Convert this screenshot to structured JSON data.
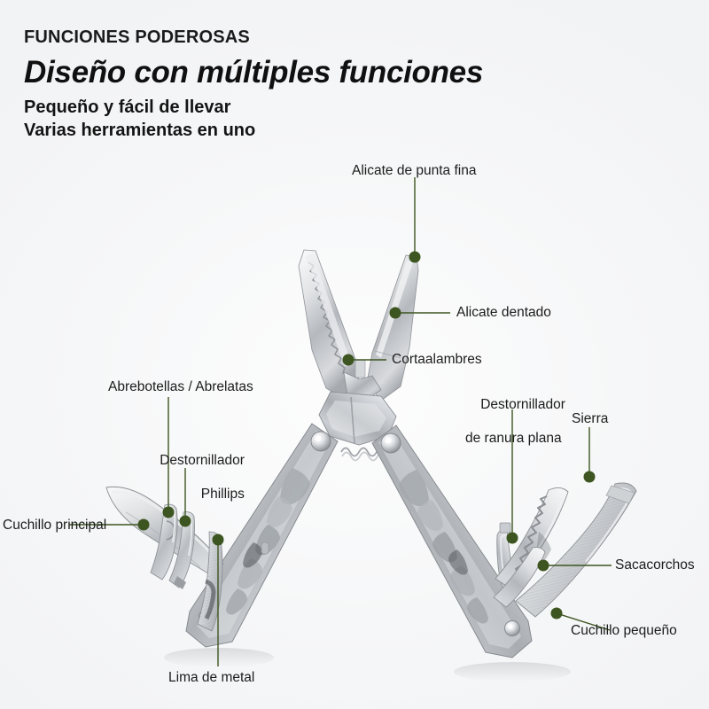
{
  "header": {
    "eyebrow": "FUNCIONES PODEROSAS",
    "headline": "Diseño con múltiples funciones",
    "sub1": "Pequeño y fácil de llevar",
    "sub2": "Varias herramientas en uno"
  },
  "colors": {
    "background": "#f7f8f9",
    "accent_dot": "#3d5520",
    "leader_line": "#3d5520",
    "label_text": "#1c1c1c",
    "heading_text": "#101010",
    "metal_light": "#e9eaec",
    "metal_mid": "#c2c5c9",
    "metal_dark": "#8d9196"
  },
  "product": {
    "name": "multitool-pliers",
    "description": "Pinza multiherramienta de acero inoxidable abierta"
  },
  "callouts": [
    {
      "id": "alicate-punta-fina",
      "label": "Alicate de punta fina",
      "line2": ""
    },
    {
      "id": "alicate-dentado",
      "label": "Alicate dentado",
      "line2": ""
    },
    {
      "id": "cortaalambres",
      "label": "Cortaalambres",
      "line2": ""
    },
    {
      "id": "abrebotellas",
      "label": "Abrebotellas / Abrelatas",
      "line2": ""
    },
    {
      "id": "destornillador-phillips",
      "label": "Destornillador",
      "line2": "Phillips"
    },
    {
      "id": "cuchillo-principal",
      "label": "Cuchillo principal",
      "line2": ""
    },
    {
      "id": "lima-de-metal",
      "label": "Lima de metal",
      "line2": ""
    },
    {
      "id": "destornillador-plano",
      "label": "Destornillador",
      "line2": "de ranura plana"
    },
    {
      "id": "sierra",
      "label": "Sierra",
      "line2": ""
    },
    {
      "id": "sacacorchos",
      "label": "Sacacorchos",
      "line2": ""
    },
    {
      "id": "cuchillo-pequeno",
      "label": "Cuchillo pequeño",
      "line2": ""
    }
  ]
}
